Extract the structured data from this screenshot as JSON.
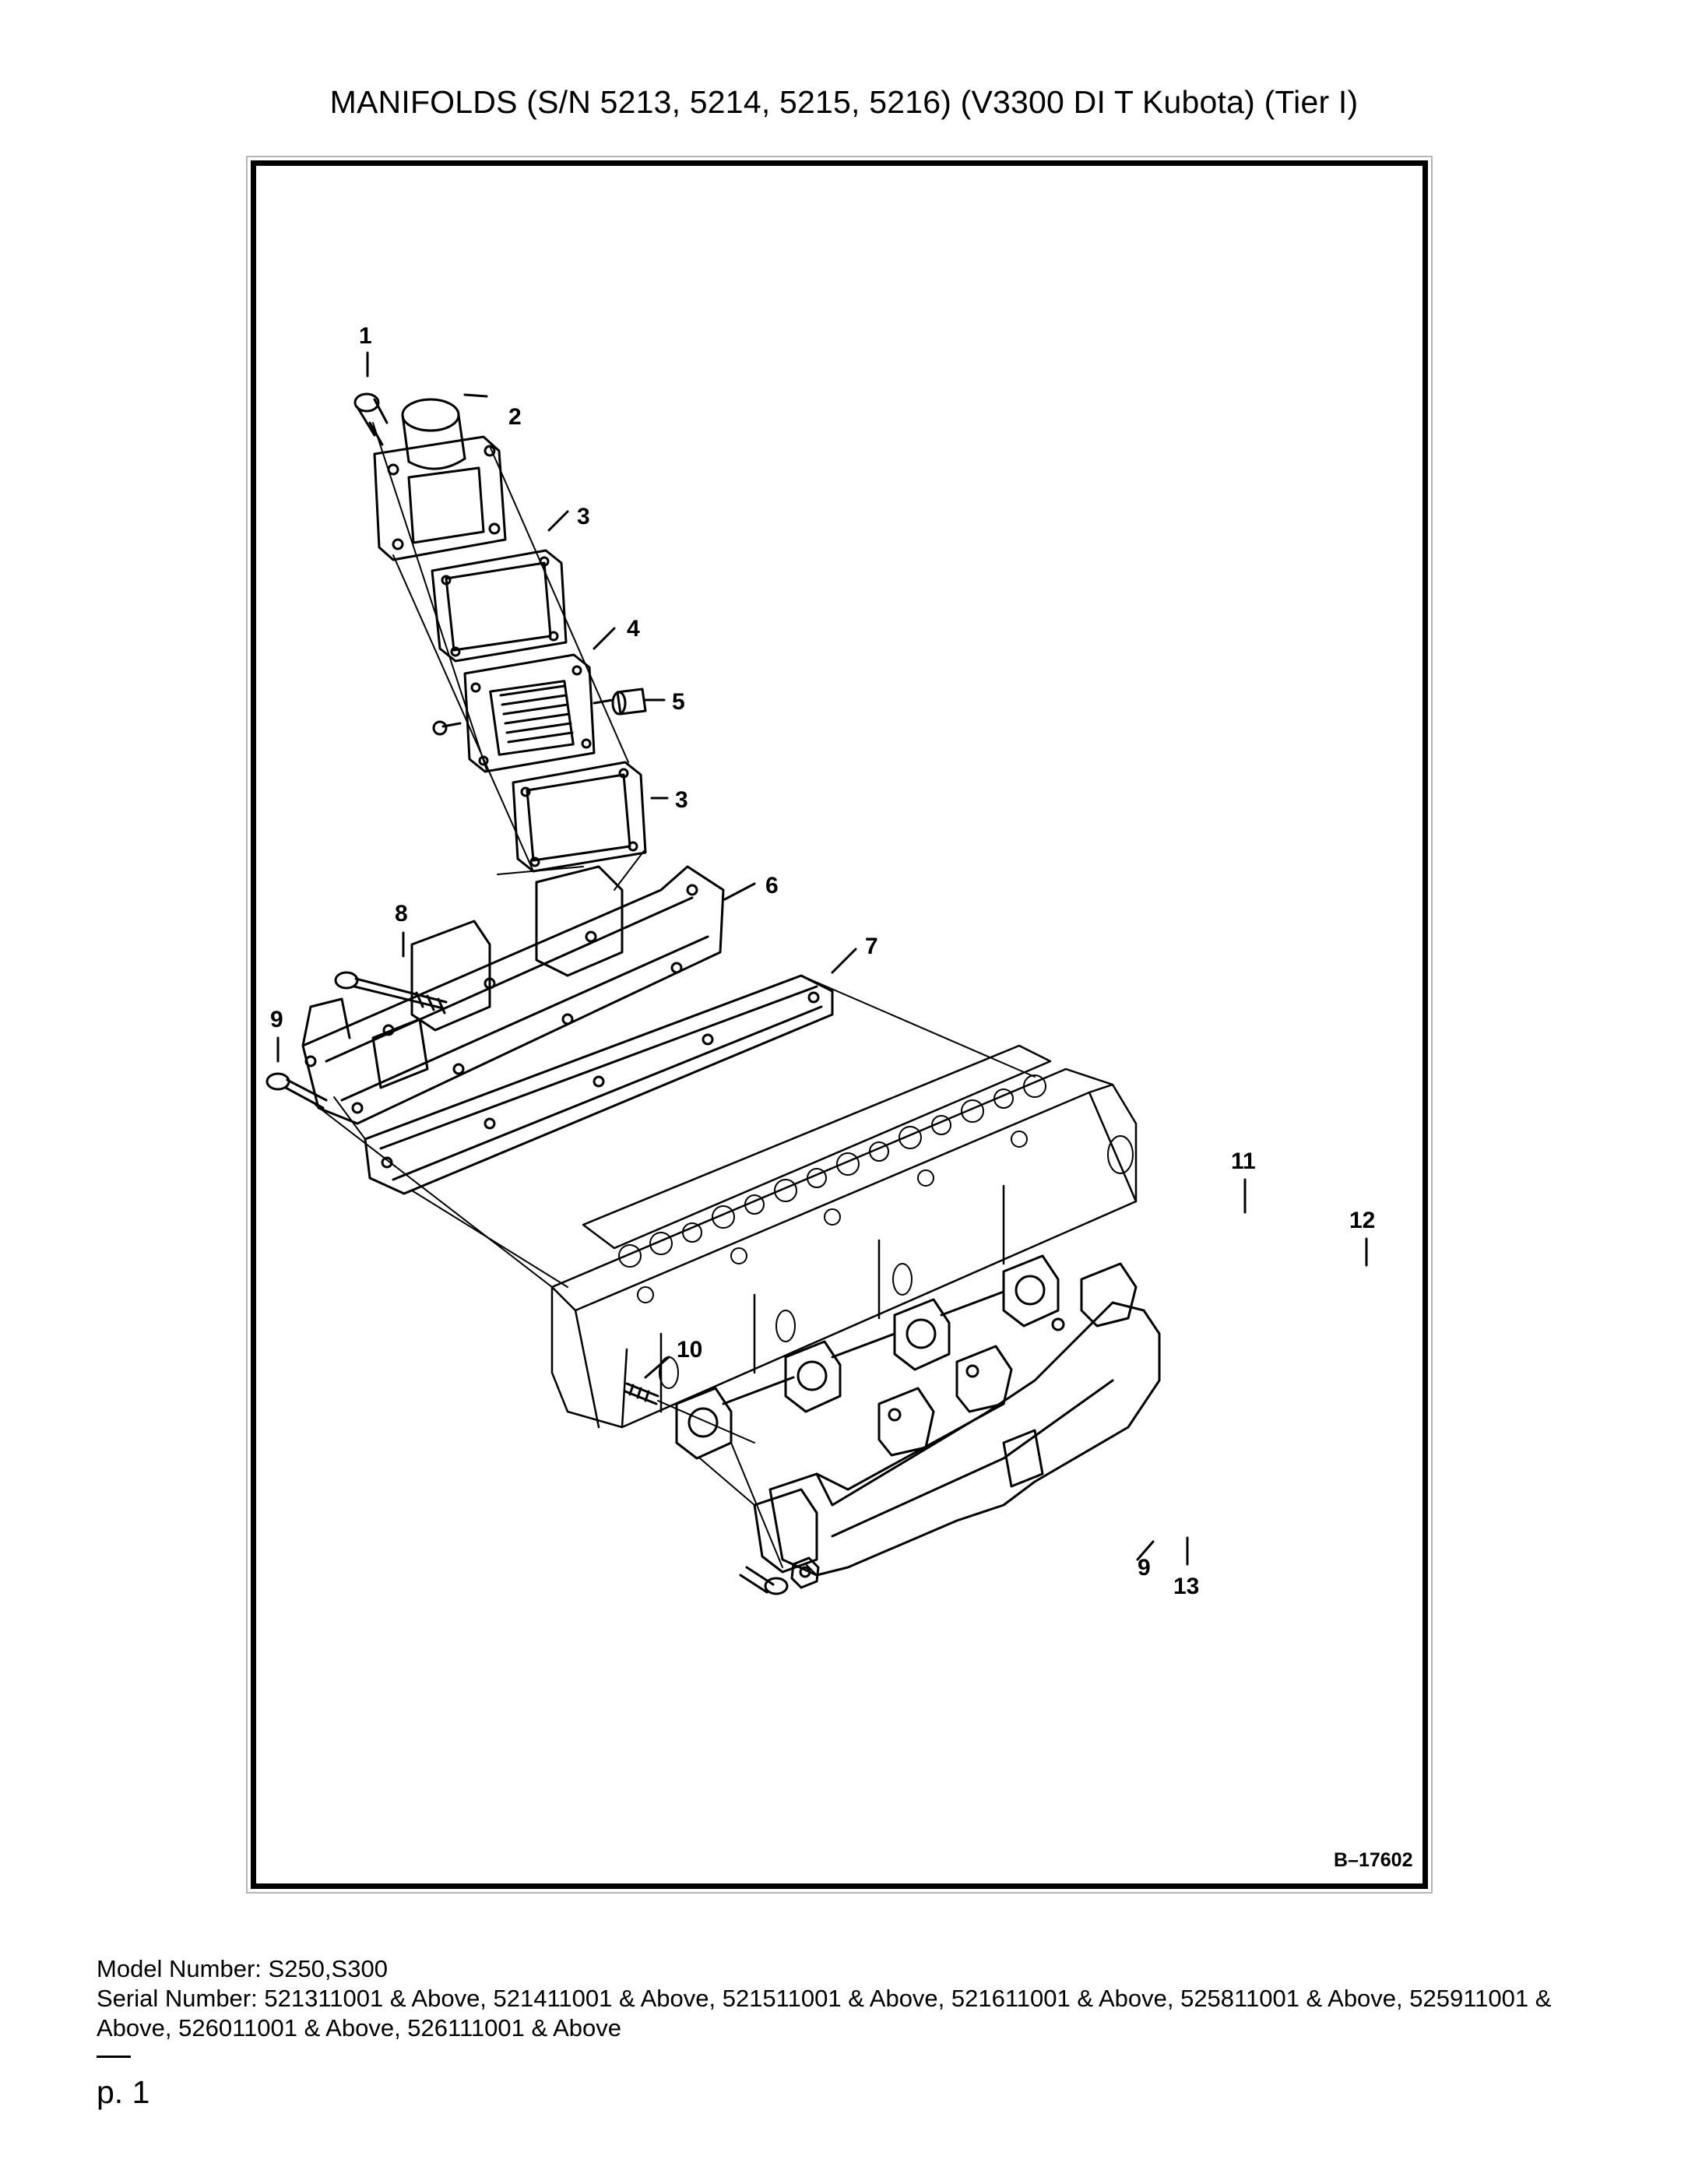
{
  "title": "MANIFOLDS (S/N 5213, 5214, 5215, 5216) (V3300 DI T Kubota) (Tier I)",
  "diagram": {
    "figure_ref": "B–17602",
    "callouts": [
      "1",
      "2",
      "3",
      "3",
      "4",
      "5",
      "6",
      "7",
      "8",
      "9",
      "9",
      "10",
      "11",
      "12",
      "13"
    ]
  },
  "info": {
    "model_line": "Model Number: S250,S300",
    "serial_line": "Serial Number: 521311001 & Above, 521411001 & Above, 521511001 & Above, 521611001 & Above, 525811001 & Above, 525911001 & Above, 526011001 & Above, 526111001 & Above"
  },
  "footer": {
    "page": "p. 1"
  }
}
